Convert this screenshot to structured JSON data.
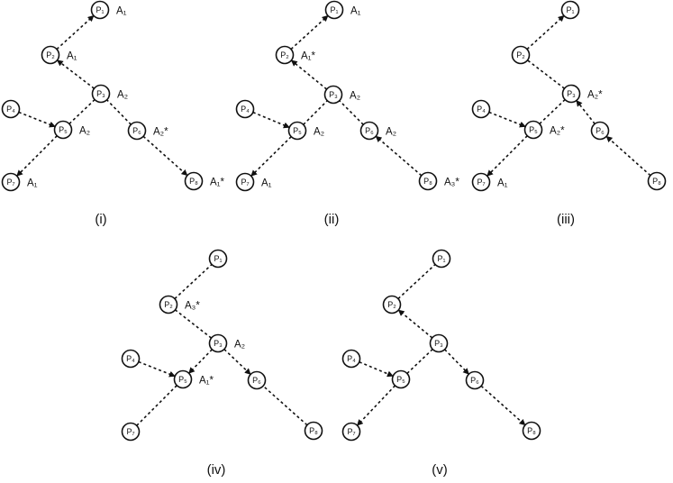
{
  "arrow_color": "#111111",
  "node_fill": "#ffffff",
  "panels": [
    {
      "caption": "(i)",
      "nodes": [
        {
          "id": "P1",
          "label": "P₁",
          "tag": "A₁"
        },
        {
          "id": "P2",
          "label": "P₂",
          "tag": "A₁"
        },
        {
          "id": "P3",
          "label": "P₃",
          "tag": "A₂"
        },
        {
          "id": "P4",
          "label": "P₄",
          "tag": ""
        },
        {
          "id": "P5",
          "label": "P₅",
          "tag": "A₂"
        },
        {
          "id": "P6",
          "label": "P₆",
          "tag": "A₂*"
        },
        {
          "id": "P7",
          "label": "P₇",
          "tag": "A₁"
        },
        {
          "id": "P8",
          "label": "P₈",
          "tag": "A₁*"
        }
      ],
      "edges": [
        {
          "from": "P2",
          "to": "P1",
          "arrow_at": "P1"
        },
        {
          "from": "P3",
          "to": "P2",
          "arrow_at": "P2"
        },
        {
          "from": "P5",
          "to": "P3",
          "arrow_at": ""
        },
        {
          "from": "P6",
          "to": "P3",
          "arrow_at": ""
        },
        {
          "from": "P4",
          "to": "P5",
          "arrow_at": "P5"
        },
        {
          "from": "P7",
          "to": "P5",
          "arrow_at": "P7"
        },
        {
          "from": "P8",
          "to": "P6",
          "arrow_at": "P8"
        }
      ]
    },
    {
      "caption": "(ii)",
      "nodes": [
        {
          "id": "P1",
          "label": "P₁",
          "tag": "A₁"
        },
        {
          "id": "P2",
          "label": "P₂",
          "tag": "A₁*"
        },
        {
          "id": "P3",
          "label": "P₃",
          "tag": "A₂"
        },
        {
          "id": "P4",
          "label": "P₄",
          "tag": ""
        },
        {
          "id": "P5",
          "label": "P₅",
          "tag": "A₂"
        },
        {
          "id": "P6",
          "label": "P₆",
          "tag": "A₂"
        },
        {
          "id": "P7",
          "label": "P₇",
          "tag": "A₁"
        },
        {
          "id": "P8",
          "label": "P₈",
          "tag": "A₃*"
        }
      ],
      "edges": [
        {
          "from": "P2",
          "to": "P1",
          "arrow_at": "P1"
        },
        {
          "from": "P3",
          "to": "P2",
          "arrow_at": "P2"
        },
        {
          "from": "P5",
          "to": "P3",
          "arrow_at": ""
        },
        {
          "from": "P6",
          "to": "P3",
          "arrow_at": ""
        },
        {
          "from": "P4",
          "to": "P5",
          "arrow_at": "P5"
        },
        {
          "from": "P7",
          "to": "P5",
          "arrow_at": "P7"
        },
        {
          "from": "P8",
          "to": "P6",
          "arrow_at": "P6"
        }
      ]
    },
    {
      "caption": "(iii)",
      "nodes": [
        {
          "id": "P1",
          "label": "P₁",
          "tag": ""
        },
        {
          "id": "P2",
          "label": "P₂",
          "tag": ""
        },
        {
          "id": "P3",
          "label": "P₃",
          "tag": "A₂*"
        },
        {
          "id": "P4",
          "label": "P₄",
          "tag": ""
        },
        {
          "id": "P5",
          "label": "P₅",
          "tag": "A₂*"
        },
        {
          "id": "P6",
          "label": "P₆",
          "tag": ""
        },
        {
          "id": "P7",
          "label": "P₇",
          "tag": "A₁"
        },
        {
          "id": "P8",
          "label": "P₈",
          "tag": ""
        }
      ],
      "edges": [
        {
          "from": "P2",
          "to": "P1",
          "arrow_at": "P1"
        },
        {
          "from": "P3",
          "to": "P2",
          "arrow_at": ""
        },
        {
          "from": "P5",
          "to": "P3",
          "arrow_at": ""
        },
        {
          "from": "P6",
          "to": "P3",
          "arrow_at": "P3"
        },
        {
          "from": "P4",
          "to": "P5",
          "arrow_at": "P5"
        },
        {
          "from": "P7",
          "to": "P5",
          "arrow_at": "P7"
        },
        {
          "from": "P8",
          "to": "P6",
          "arrow_at": "P6"
        }
      ]
    },
    {
      "caption": "(iv)",
      "nodes": [
        {
          "id": "P1",
          "label": "P₁",
          "tag": ""
        },
        {
          "id": "P2",
          "label": "P₂",
          "tag": "A₃*"
        },
        {
          "id": "P3",
          "label": "P₃",
          "tag": "A₂"
        },
        {
          "id": "P4",
          "label": "P₄",
          "tag": ""
        },
        {
          "id": "P5",
          "label": "P₅",
          "tag": "A₁*"
        },
        {
          "id": "P6",
          "label": "P₆",
          "tag": ""
        },
        {
          "id": "P7",
          "label": "P₇",
          "tag": ""
        },
        {
          "id": "P8",
          "label": "P₈",
          "tag": ""
        }
      ],
      "edges": [
        {
          "from": "P2",
          "to": "P1",
          "arrow_at": ""
        },
        {
          "from": "P3",
          "to": "P2",
          "arrow_at": ""
        },
        {
          "from": "P3",
          "to": "P5",
          "arrow_at": "P5"
        },
        {
          "from": "P6",
          "to": "P3",
          "arrow_at": "P6"
        },
        {
          "from": "P4",
          "to": "P5",
          "arrow_at": "P5"
        },
        {
          "from": "P7",
          "to": "P5",
          "arrow_at": ""
        },
        {
          "from": "P8",
          "to": "P6",
          "arrow_at": ""
        }
      ]
    },
    {
      "caption": "(v)",
      "nodes": [
        {
          "id": "P1",
          "label": "P₁",
          "tag": ""
        },
        {
          "id": "P2",
          "label": "P₂",
          "tag": ""
        },
        {
          "id": "P3",
          "label": "P₃",
          "tag": ""
        },
        {
          "id": "P4",
          "label": "P₄",
          "tag": ""
        },
        {
          "id": "P5",
          "label": "P₅",
          "tag": ""
        },
        {
          "id": "P6",
          "label": "P₆",
          "tag": ""
        },
        {
          "id": "P7",
          "label": "P₇",
          "tag": ""
        },
        {
          "id": "P8",
          "label": "P₈",
          "tag": ""
        }
      ],
      "edges": [
        {
          "from": "P2",
          "to": "P1",
          "arrow_at": ""
        },
        {
          "from": "P3",
          "to": "P2",
          "arrow_at": "P2"
        },
        {
          "from": "P5",
          "to": "P3",
          "arrow_at": ""
        },
        {
          "from": "P6",
          "to": "P3",
          "arrow_at": "P6"
        },
        {
          "from": "P4",
          "to": "P5",
          "arrow_at": "P5"
        },
        {
          "from": "P7",
          "to": "P5",
          "arrow_at": "P7"
        },
        {
          "from": "P8",
          "to": "P6",
          "arrow_at": "P8"
        }
      ]
    }
  ]
}
